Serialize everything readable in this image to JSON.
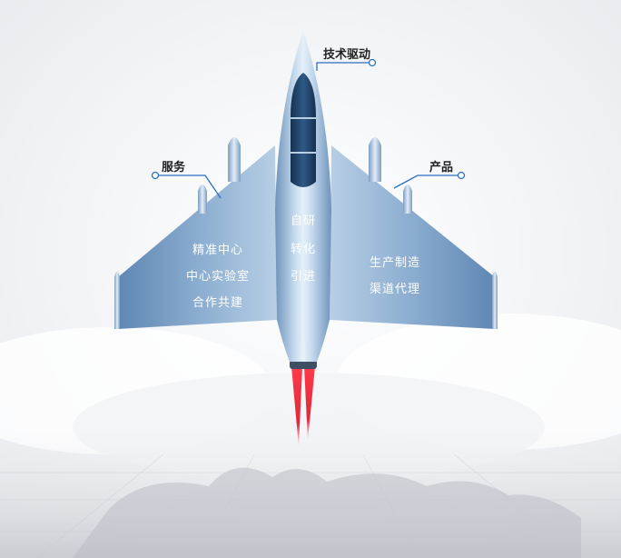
{
  "callouts": {
    "top": "技术驱动",
    "left": "服务",
    "right": "产品"
  },
  "fuselage": [
    "自研",
    "转化",
    "引进"
  ],
  "left_wing": [
    "精准中心",
    "中心实验室",
    "合作共建"
  ],
  "right_wing": [
    "生产制造",
    "渠道代理"
  ],
  "colors": {
    "line": "#2b6fc2",
    "body_light": "#d3e3f1",
    "body_dark": "#6f93bb",
    "cockpit": "#1d3a5c",
    "flame": "#e0283a"
  }
}
